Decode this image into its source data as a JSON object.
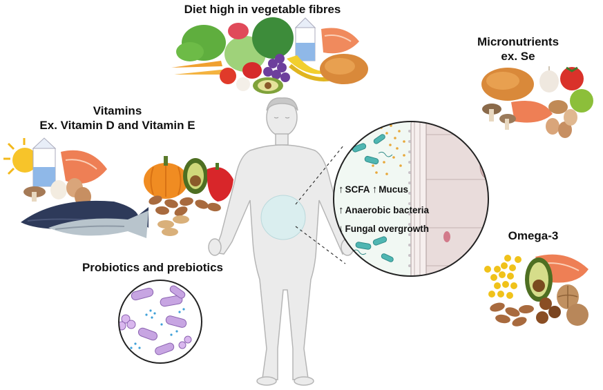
{
  "labels": {
    "diet": "Diet high in vegetable fibres",
    "vitamins_line1": "Vitamins",
    "vitamins_line2": "Ex. Vitamin D and Vitamin E",
    "micronutrients_line1": "Micronutrients",
    "micronutrients_line2": "ex. Se",
    "omega": "Omega-3",
    "probiotics": "Probiotics and prebiotics"
  },
  "gut_effects": {
    "scfa": "SCFA",
    "mucus": "Mucus",
    "anaerobic": "Anaerobic bacteria",
    "fungal": "Fungal overgrowth",
    "arrow_up": "↑",
    "arrow_down": "↓"
  },
  "colors": {
    "body_skin": "#e9e9e9",
    "body_outline": "#b7b7b7",
    "gut_circle_fill": "#d9eeee",
    "intestine_wall": "#e8d9d9",
    "lumen": "#f1f8f3",
    "bacteria": "#4db3b0",
    "microbe_purple": "#b58ad6"
  }
}
